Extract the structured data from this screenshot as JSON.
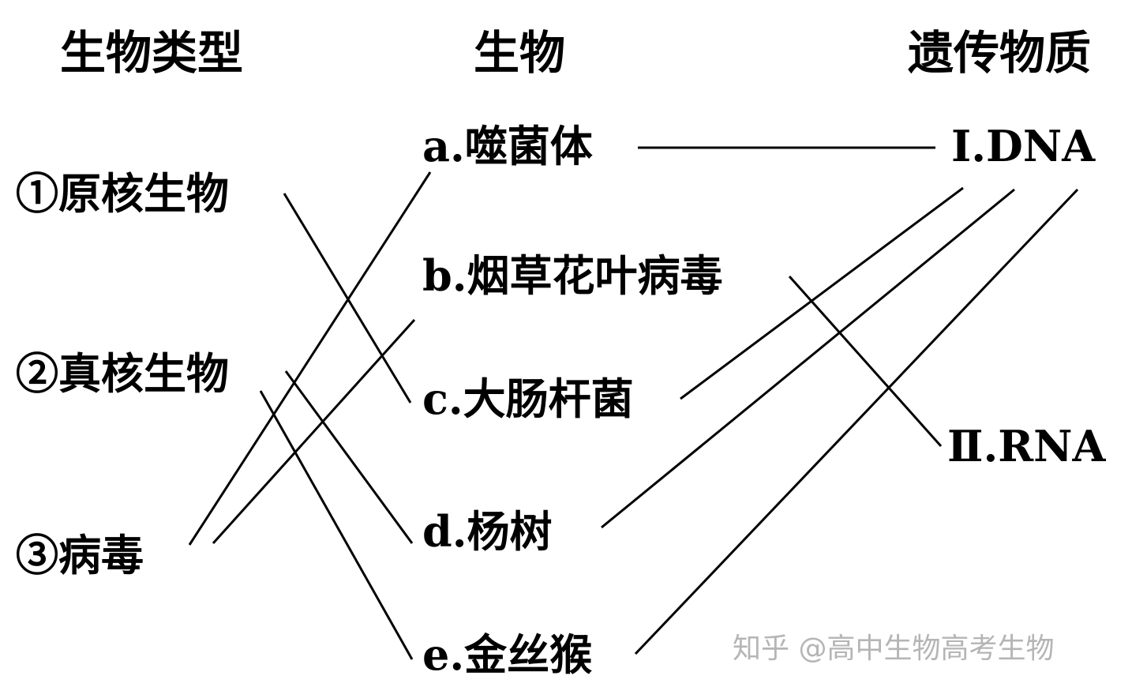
{
  "headers": {
    "type": "生物类型",
    "organism": "生物",
    "genetic_material": "遗传物质"
  },
  "types": [
    "①原核生物",
    "②真核生物",
    "③病毒"
  ],
  "organisms": [
    "a.噬菌体",
    "b.烟草花叶病毒",
    "c.大肠杆菌",
    "d.杨树",
    "e.金丝猴"
  ],
  "materials": [
    "Ⅰ.DNA",
    "Ⅱ.RNA"
  ],
  "watermark": "知乎 @高中生物高考生物",
  "connections": [
    {
      "from": "①原核生物",
      "to": "c.大肠杆菌"
    },
    {
      "from": "②真核生物",
      "to": "d.杨树"
    },
    {
      "from": "②真核生物",
      "to": "e.金丝猴"
    },
    {
      "from": "③病毒",
      "to": "a.噬菌体"
    },
    {
      "from": "③病毒",
      "to": "b.烟草花叶病毒"
    },
    {
      "from": "a.噬菌体",
      "to": "Ⅰ.DNA"
    },
    {
      "from": "c.大肠杆菌",
      "to": "Ⅰ.DNA"
    },
    {
      "from": "d.杨树",
      "to": "Ⅰ.DNA"
    },
    {
      "from": "e.金丝猴",
      "to": "Ⅰ.DNA"
    },
    {
      "from": "b.烟草花叶病毒",
      "to": "Ⅱ.RNA"
    }
  ]
}
